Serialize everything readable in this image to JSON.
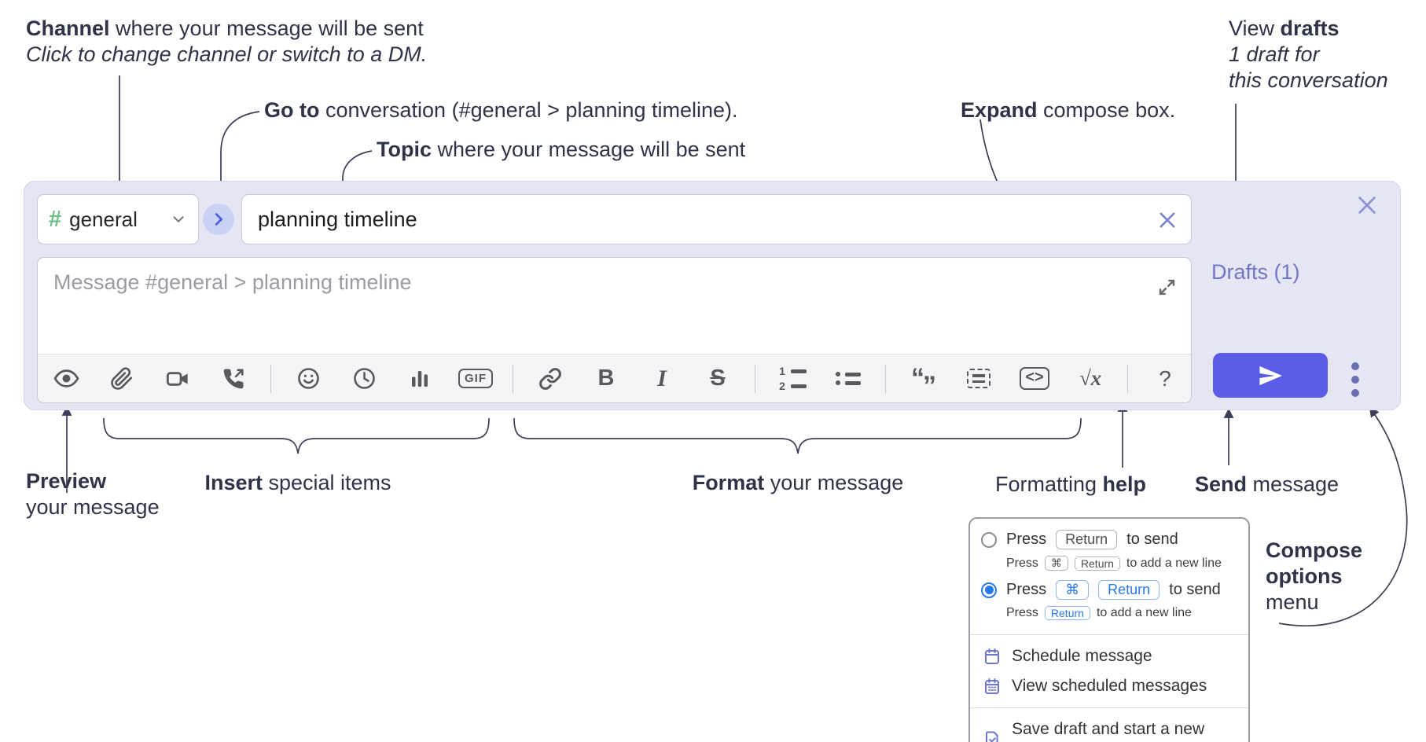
{
  "annotations": {
    "channel": {
      "bold": "Channel",
      "rest": " where your message will be sent",
      "subtitle": "Click to change channel or switch to a DM."
    },
    "go_to": {
      "bold": "Go to",
      "rest": " conversation (#general > planning timeline)."
    },
    "topic": {
      "bold": "Topic",
      "rest": " where your message will be sent"
    },
    "expand": {
      "bold": "Expand",
      "rest": " compose box."
    },
    "view_drafts": {
      "pre": "View ",
      "bold": "drafts",
      "line2": "1 draft for",
      "line3": "this conversation"
    },
    "preview": {
      "bold": "Preview",
      "line2": "your message"
    },
    "insert": {
      "bold": "Insert",
      "rest": " special items"
    },
    "format": {
      "bold": "Format",
      "rest": " your message"
    },
    "formatting_help": {
      "pre": "Formatting ",
      "bold": "help"
    },
    "send": {
      "bold": "Send",
      "rest": " message"
    },
    "compose_options": {
      "line1": "Compose",
      "line2": "options",
      "line3": "menu"
    }
  },
  "compose": {
    "channel": {
      "hash": "#",
      "name": "general"
    },
    "topic_value": "planning timeline",
    "message_placeholder": "Message #general > planning timeline",
    "drafts_label": "Drafts (1)"
  },
  "toolbar": {
    "bold": "B",
    "italic": "I",
    "strike": "S",
    "gif": "GIF",
    "code": "<>",
    "math": "√x",
    "help": "?",
    "quote_open": "“",
    "quote_close": "”",
    "numbered_1": "1",
    "numbered_2": "2"
  },
  "options_menu": {
    "option_return": {
      "pre": "Press",
      "key": "Return",
      "post": "to send",
      "sub_pre": "Press",
      "sub_key_cmd": "⌘",
      "sub_key_return": "Return",
      "sub_post": "to add a new line"
    },
    "option_cmd_return": {
      "pre": "Press",
      "key_cmd": "⌘",
      "key_return": "Return",
      "post": "to send",
      "sub_pre": "Press",
      "sub_key": "Return",
      "sub_post": "to add a new line"
    },
    "schedule": "Schedule message",
    "view_scheduled": "View scheduled messages",
    "save_draft": "Save draft and start a new message"
  },
  "colors": {
    "compose_bg": "#e4e6f3",
    "send_button": "#5a5ce6",
    "drafts_link": "#7276c4",
    "channel_green": "#69bd85",
    "menu_blue": "#2779e8",
    "annotation_text": "#2f3348"
  }
}
